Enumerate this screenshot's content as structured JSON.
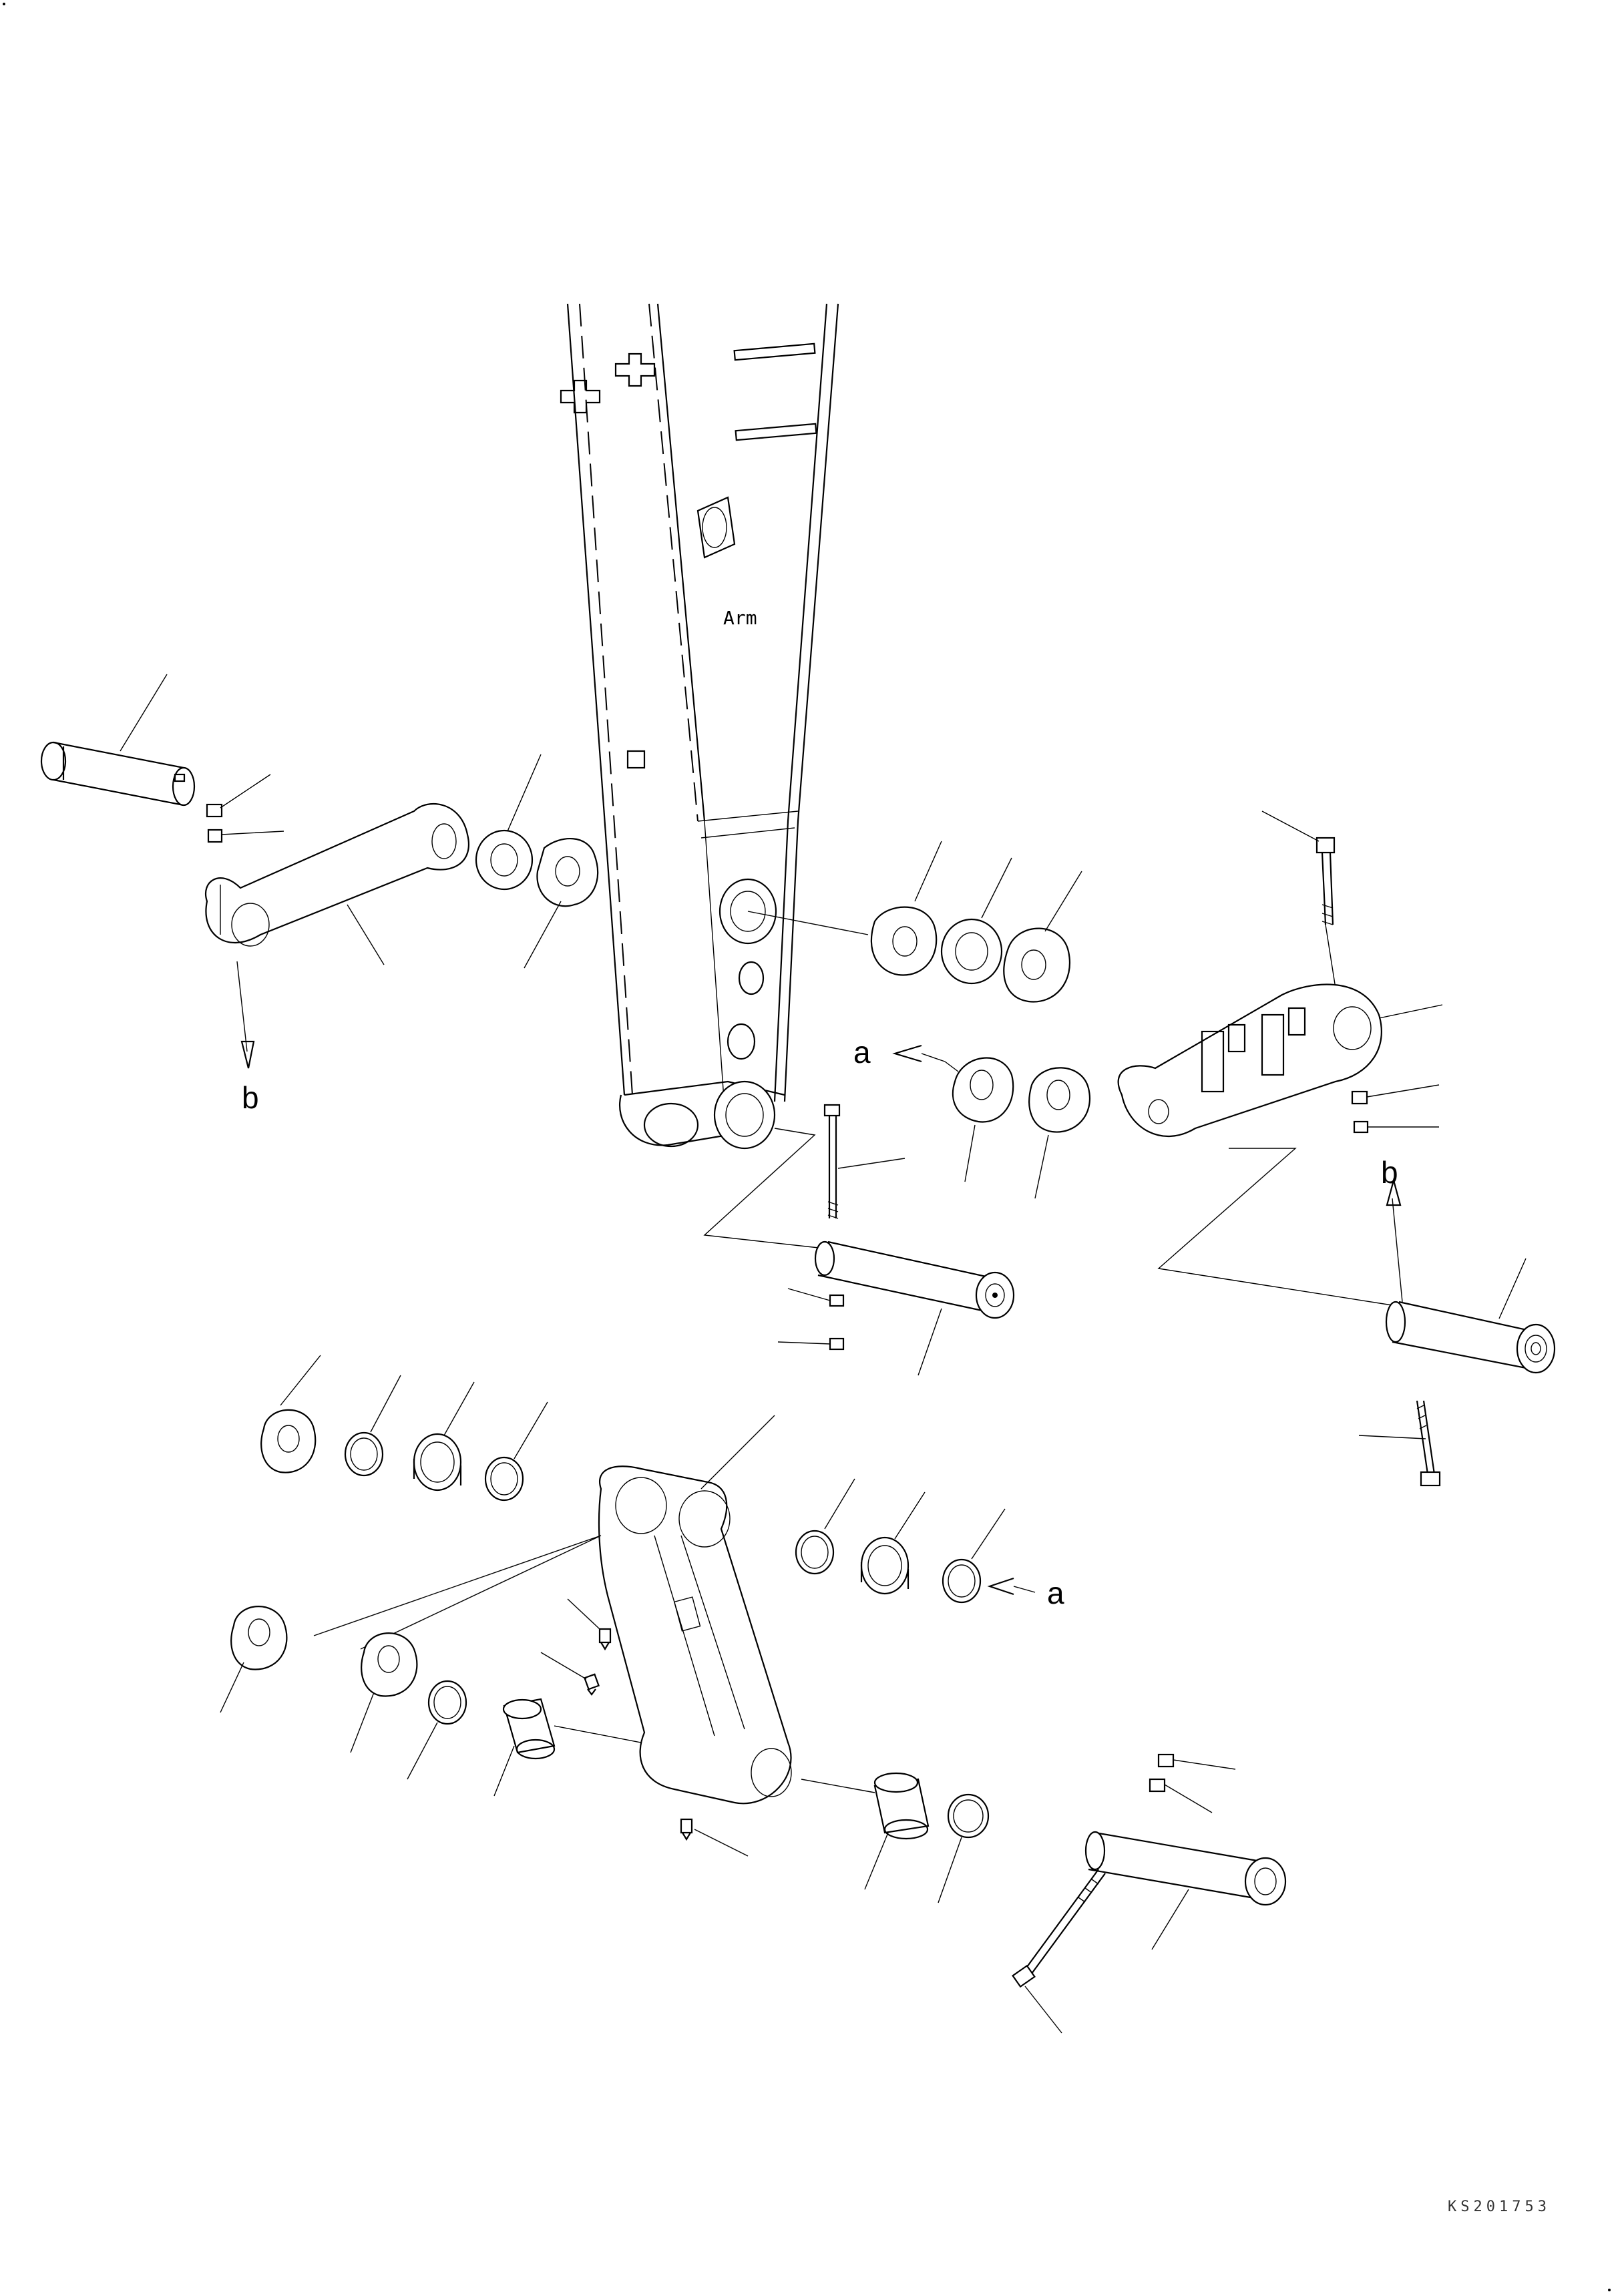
{
  "labels": {
    "arm": "Arm",
    "ref_b_left": "b",
    "ref_b_right": "b",
    "ref_a_upper": "a",
    "ref_a_lower": "a",
    "drawing_code": "KS201753"
  }
}
